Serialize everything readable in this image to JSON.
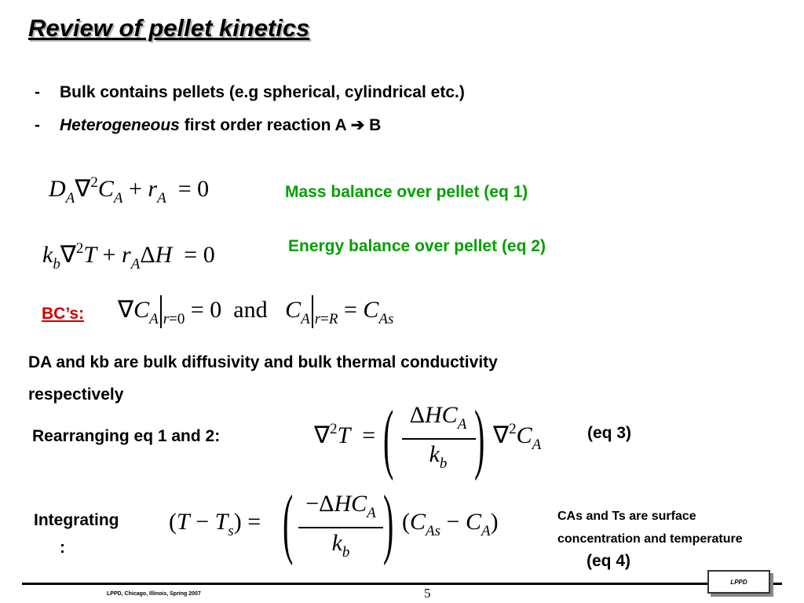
{
  "title": "Review of pellet kinetics",
  "bullets": [
    {
      "dash": "-",
      "text": "Bulk contains pellets (e.g spherical, cylindrical etc.)"
    },
    {
      "dash": "-",
      "emph": "Heterogeneous",
      "text": " first order reaction A ",
      "arrow": "➔",
      "tail": " B"
    }
  ],
  "eq1": {
    "label": "Mass balance over pellet (eq 1)"
  },
  "eq2": {
    "label": "Energy balance over pellet (eq 2)"
  },
  "bc": {
    "label": "BC’s:",
    "and_word": "and"
  },
  "note": {
    "line1": "DA and kb are bulk diffusivity and bulk thermal conductivity",
    "line2": "respectively"
  },
  "eq3": {
    "intro": "Rearranging eq 1 and 2:",
    "tag": "(eq 3)"
  },
  "eq4": {
    "intro_line1": "Integrating",
    "intro_line2": ":",
    "tag": "(eq 4)",
    "side_note_line1": "CAs and Ts are surface",
    "side_note_line2": "concentration and temperature"
  },
  "footer": {
    "text": "LPPD, Chicago, Illinois, Spring 2007",
    "page": "5",
    "logo": "LPPD"
  },
  "colors": {
    "accent_green": "#00a000",
    "bc_red": "#cc0000"
  }
}
